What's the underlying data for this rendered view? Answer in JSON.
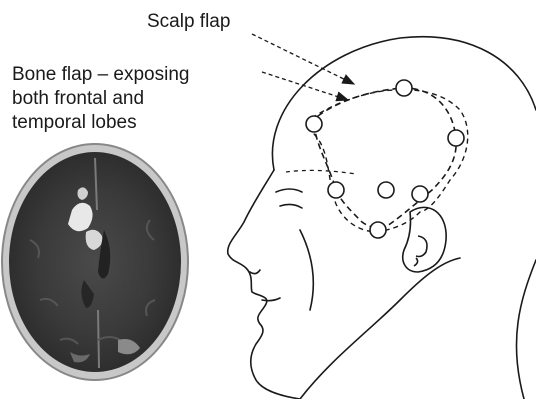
{
  "labels": {
    "scalp_flap": "Scalp flap",
    "bone_flap_lines": [
      "Bone flap – exposing",
      "both frontal and",
      "temporal lobes"
    ]
  },
  "images": {
    "ct_scan": "axial CT brain scan",
    "head": "side profile of head with craniotomy flap outline"
  },
  "burr_holes_count": 7
}
